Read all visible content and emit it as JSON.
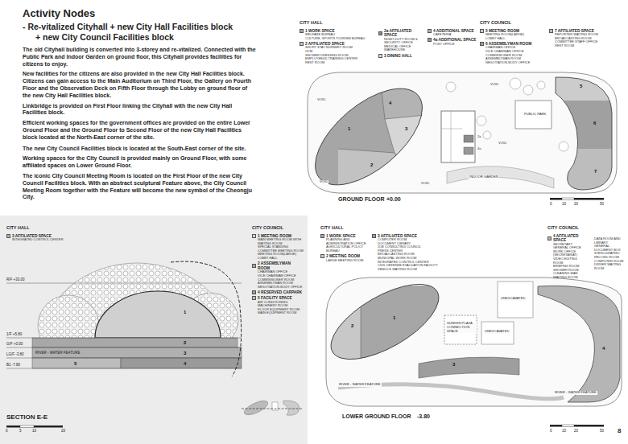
{
  "diagram": {
    "title": "Activity Nodes",
    "labels": [
      "- Re-vitalized Cityhall + new City Hall Facilities block",
      "+ new City Council Facilities block",
      "The old Cityhall building is converted into 3-storey and re-vitalized. Connected with the Public Park and Indoor Garden on ground floor, this Cityhall provides facilities for citizens to enjoy.",
      "New facilities for the citizens are also provided in the new City Hall Facilities block. Citizens can gain access to the Main Auditorium on Third Floor, the Gallery on Fourth Floor and the Observation Deck on Fifth Floor through the Lobby on ground floor of the new City Hall Facilities block.",
      "Linkbridge is provided on First Floor linking the Cityhall with the new City Hall Facilities block.",
      "Efficient working spaces for the government offices are provided on the entire Lower Ground Floor and the Ground Floor to Second Floor of the new City Hall Facilities block located at the North-East corner of the site.",
      "The new City Council Facilities block is located at the South-East corner of the site.",
      "Working spaces for the City Council is provided mainly on Ground Floor, with some affiliated spaces on Lower Ground Floor.",
      "The iconic City Council Meeting Room is located on the First Floor of the new City Council Facilities block. With an abstract sculptural Feature above, the City Council Meeting Room together with the Feature will become the new symbol of the Cheongju City.",
      "CITY HALL",
      "CITY COUNCIL",
      "WELFARE BUREAU",
      "CULTURE, SPORTS TOURISM BUREAU",
      "SHORT STAY NURSERY ROOM",
      "GYM",
      "SHOWER DRESSING ROOM",
      "EMPLOYEE(S) TRAINING CENTER",
      "REST ROOM",
      "NIGHT-DUTY ROOM & SECURITY OFFICE",
      "MEDICAL OFFICE",
      "WAREHOUSE",
      "CAFETERIA",
      "POST OFFICE",
      "MEETING ROOM(LARGE)",
      "LOBBY HALL",
      "CHAIRMAN OFFICE",
      "VICE CHAIRMAN OFFICE",
      "COMMISSIONER ROOM",
      "ASSEMBLYMAN ROOM",
      "NEGOTIATION BODY OFFICE",
      "REPORTER WAITING ROOM",
      "BROADCASTING ROOM",
      "COMMITTEE STAFF OFFICE",
      "REST ROOM",
      "1",
      "2",
      "3",
      "4",
      "2a",
      "4a",
      "5",
      "6",
      "7",
      "PUBLIC PARK",
      "INDOOR GARDEN",
      "VOID",
      "VOID",
      "VOID",
      "VOID",
      "VOID",
      "GROUND FLOOR",
      "+0.00",
      "0",
      "10",
      "20",
      "50",
      "CITY HALL",
      "INTEGRATED CONTROL CENTER",
      "CITY COUNCIL",
      "MAIN MEETING ROOM WITH WAITING ROOM",
      "SPECIAL STANDING COMMITTEE MEETING ROOM",
      "MEETING ROOM(LARGE)",
      "LOBBY HALL",
      "CHAIRMAN OFFICE",
      "VICE CHAIRMAN OFFICE",
      "COMMISSIONER ROOM",
      "ASSEMBLYMAN ROOM",
      "NEGOTIATION BODY OFFICE",
      "AIR CONDITIONING MACHINERY ROOM",
      "FLOOR EQUIPMENT ROOM",
      "MAIN EQUIPMENT ROOM",
      "R/F +33.00",
      "1/F +5.80",
      "G/F +0.00",
      "LG/F -3.80",
      "B1 -7.80",
      "1",
      "2",
      "3",
      "4",
      "5",
      "RIVER - WATER FEATURE",
      "SECTION E-E",
      "0",
      "5",
      "10",
      "20",
      "CITY HALL",
      "PLANNING AND ADMINISTRATION OFFICE",
      "AGRICULTURAL POLICY BUREAU",
      "LARGE MEETING ROOM",
      "COMPUTER ROOM",
      "DOCUMENT LIBRARY",
      "JOB CONSULTING COUNCIL",
      "PRESS CENTER",
      "BROADCASTING ROOM",
      "MUNICIPAL WORK ROOM",
      "INTEGRATED CONTROL CENTER",
      "CIVIL DEFENSE EVACUATION FACILITY",
      "VEHICLE WAITING ROOM",
      "CITY COUNCIL",
      "SECRETARY GENERAL OFFICE",
      "WORK OFFICE (SECRETARIAT)",
      "VIDEO EDITING ROOM",
      "BRIEFING ROOM",
      "SHOWER ROOM",
      "CLEANING MAN WAITING ROOM",
      "DATA ROOM AND LIBRARY",
      "GENERAL DOCUMENT BOX",
      "STENOGRAPHIC RECORD ROOM",
      "COMPUTER ROOM",
      "DRIVER WAITING ROOM",
      "SUNKEN PLAZA CONNECTION SPACE",
      "UNEXCAVATED",
      "UNEXCAVATED",
      "1",
      "2",
      "3",
      "4",
      "RIVER - WATER FEATURE",
      "RIVER - WATER FEATURE",
      "LOWER GROUND FLOOR",
      "-3.80",
      "0",
      "10",
      "20",
      "50",
      "8"
    ],
    "legend": [
      {
        "text": "1 WORK SPACE",
        "color": "#a6a6a6"
      },
      {
        "text": "2 AFFILIATED SPACE",
        "color": "#c2c2c2"
      },
      {
        "text": "2a AFFILIATED SPACE",
        "color": "#8c8c8c"
      },
      {
        "text": "3 DINING HALL",
        "color": "#d6d6d6"
      },
      {
        "text": "4 ADDITIONAL SPACE",
        "color": "#b3b3b3"
      },
      {
        "text": "4a ADDITIONAL SPACE",
        "color": "#999999"
      },
      {
        "text": "5 MEETING ROOM",
        "color": "#cccccc"
      },
      {
        "text": "6 ASSEMBLYMAN ROOM",
        "color": "#a0a0a0"
      },
      {
        "text": "7 AFFILIATED SPACE",
        "color": "#bdbdbd"
      },
      {
        "text": "3 AFFILIATED SPACE",
        "color": "#b0b0b0"
      },
      {
        "text": "1 MEETING ROOM",
        "color": "#d0d0d0"
      },
      {
        "text": "2 ASSEMBLYMAN ROOM",
        "color": "#a8a8a8"
      },
      {
        "text": "4 RESERVED CARPARK",
        "color": "#9a9a9a"
      },
      {
        "text": "5 FACILITY SPACE",
        "color": "#bcbcbc"
      },
      {
        "text": "1 WORK SPACE",
        "color": "#a6a6a6"
      },
      {
        "text": "2 MEETING ROOM",
        "color": "#c8c8c8"
      },
      {
        "text": "3 AFFILIATED SPACE",
        "color": "#9e9e9e"
      },
      {
        "text": "4 AFFILIATED SPACE",
        "color": "#b5b5b5"
      }
    ]
  }
}
